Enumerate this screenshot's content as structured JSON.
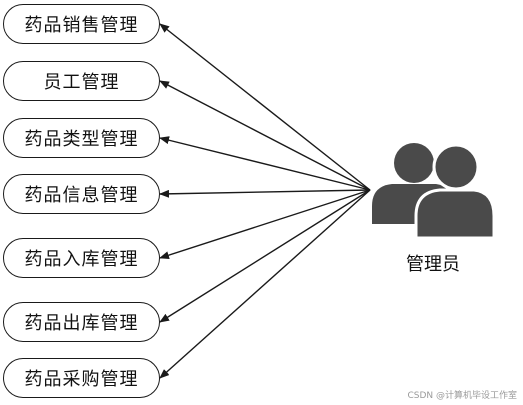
{
  "diagram": {
    "actor": {
      "label": "管理员",
      "icon": "users-icon",
      "icon_color": "#4a4a4a"
    },
    "modules": [
      {
        "label": "药品销售管理"
      },
      {
        "label": "员工管理"
      },
      {
        "label": "药品类型管理"
      },
      {
        "label": "药品信息管理"
      },
      {
        "label": "药品入库管理"
      },
      {
        "label": "药品出库管理"
      },
      {
        "label": "药品采购管理"
      }
    ],
    "connections": "actor-to-each-module",
    "line_color": "#1a1a1a"
  },
  "watermark": "CSDN @计算机毕设工作室"
}
